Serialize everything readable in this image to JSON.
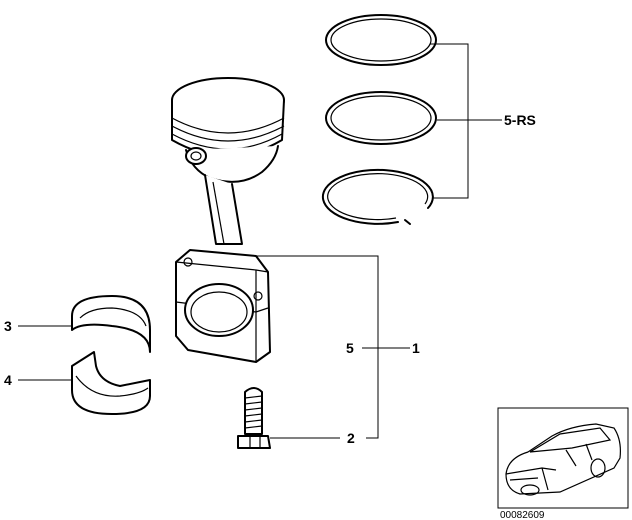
{
  "callouts": {
    "rings_set": "5-RS",
    "label_1": "1",
    "label_2": "2",
    "label_3": "3",
    "label_4": "4",
    "label_5": "5"
  },
  "thumbnail": {
    "reference_number": "00082609"
  }
}
